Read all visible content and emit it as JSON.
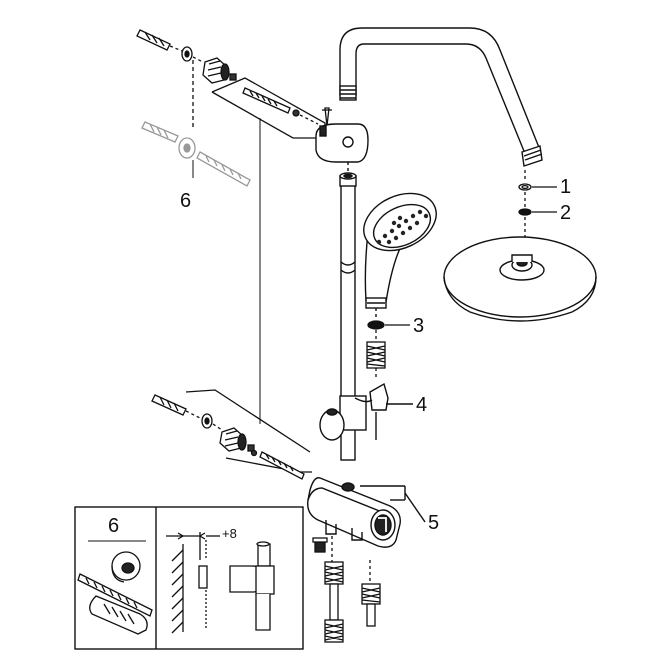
{
  "diagram": {
    "callouts": [
      {
        "id": "1",
        "label": "1"
      },
      {
        "id": "2",
        "label": "2"
      },
      {
        "id": "3",
        "label": "3"
      },
      {
        "id": "4",
        "label": "4"
      },
      {
        "id": "5",
        "label": "5"
      },
      {
        "id": "6",
        "label": "6"
      }
    ],
    "inset": {
      "number": "6",
      "dimension": "+8"
    }
  }
}
